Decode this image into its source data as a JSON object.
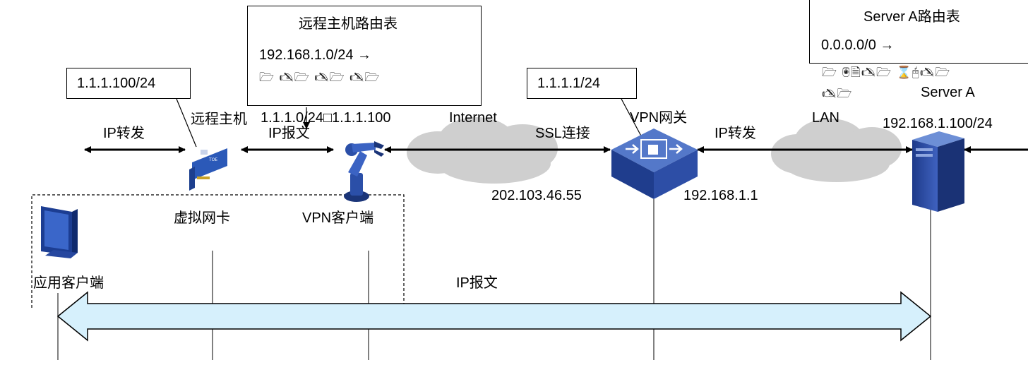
{
  "remote_route_table": {
    "title": "远程主机路由表",
    "line1": "192.168.1.0/24 →",
    "line1_glyphs": "🗁 🖎🗁 🖎🗁 🖎🗁",
    "line2": "1.1.1.0/24□1.1.1.100"
  },
  "server_route_table": {
    "title": "Server A路由表",
    "line1": "0.0.0.0/0 →",
    "line1_glyphs": "🗁 🖲🗎🖎🗁 ⌛🖰🖎🗁",
    "line2_glyphs": "🖎🗁"
  },
  "nodes": {
    "app_client": "应用客户端",
    "virtual_nic": "虚拟网卡",
    "remote_host": "远程主机",
    "vpn_client": "VPN客户端",
    "vpn_gateway": "VPN网关",
    "server_a": "Server A"
  },
  "addresses": {
    "virtual_nic_ip": "1.1.1.100/24",
    "gateway_inner_ip": "1.1.1.1/24",
    "gateway_public_ip": "202.103.46.55",
    "gateway_lan_ip": "192.168.1.1",
    "server_ip": "192.168.1.100/24"
  },
  "links": {
    "ip_forward_left": "IP转发",
    "ip_packet_mid": "IP报文",
    "internet": "Internet",
    "ssl": "SSL连接",
    "ip_forward_right": "IP转发",
    "lan": "LAN",
    "ip_packet_bottom": "IP报文"
  },
  "colors": {
    "cloud": "#cfcfcf",
    "device_blue": "#2b4fa8",
    "big_arrow_fill": "#d6f0fc",
    "big_arrow_stroke": "#000000"
  }
}
